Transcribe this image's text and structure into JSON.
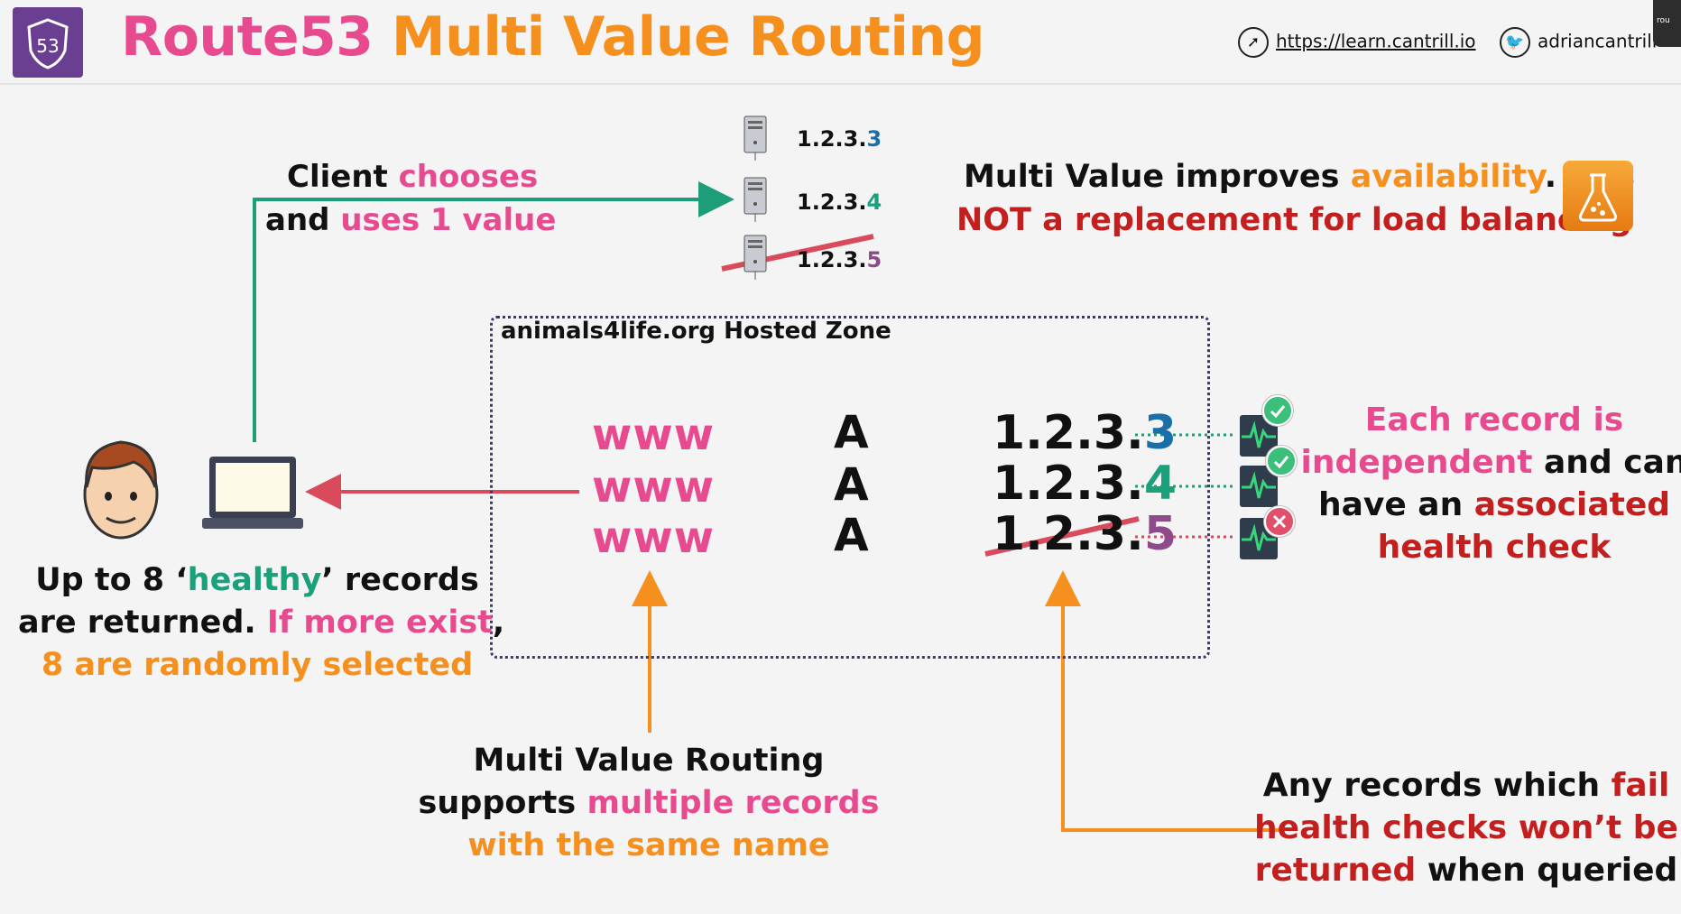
{
  "header": {
    "logo_text": "53",
    "title_part1": "Route53",
    "title_part2": "Multi Value Routing",
    "website_link": "https://learn.cantrill.io",
    "twitter_handle": "adriancantrill",
    "corner_tab_text": "rou"
  },
  "client": {
    "line1_a": "Client ",
    "line1_b": "chooses",
    "line2_a": "and ",
    "line2_b": "uses 1 value"
  },
  "servers": [
    {
      "ip_prefix": "1.2.3.",
      "ip_suffix": "3",
      "status": "healthy"
    },
    {
      "ip_prefix": "1.2.3.",
      "ip_suffix": "4",
      "status": "healthy"
    },
    {
      "ip_prefix": "1.2.3.",
      "ip_suffix": "5",
      "status": "unhealthy"
    }
  ],
  "note_top": {
    "l1_a": "Multi Value improves ",
    "l1_b": "availability",
    "l1_c": ". It is",
    "l2": "NOT a replacement for load balancing"
  },
  "zone": {
    "label": "animals4life.org Hosted Zone",
    "records": [
      {
        "name": "www",
        "type": "A",
        "ip_prefix": "1.2.3.",
        "ip_suffix": "3"
      },
      {
        "name": "www",
        "type": "A",
        "ip_prefix": "1.2.3.",
        "ip_suffix": "4"
      },
      {
        "name": "www",
        "type": "A",
        "ip_prefix": "1.2.3.",
        "ip_suffix": "5"
      }
    ]
  },
  "left_text": {
    "l1_a": "Up to 8 ‘",
    "l1_b": "healthy",
    "l1_c": "’ records",
    "l2_a": "are returned. ",
    "l2_b": "If more exist",
    "l2_c": ",",
    "l3": "8 are randomly selected"
  },
  "right_text": {
    "l1": "Each record is",
    "l2_a": "independent",
    "l2_b": " and can",
    "l3_a": "have an ",
    "l3_b": "associated",
    "l4": "health check"
  },
  "bottom_text": {
    "l1": "Multi Value Routing",
    "l2_a": "supports ",
    "l2_b": "multiple records",
    "l3": "with the same name"
  },
  "br_text": {
    "l1_a": "Any records which ",
    "l1_b": "fail",
    "l2": "health checks won’t be",
    "l3_a": "returned",
    "l3_b": " when queried"
  },
  "colors": {
    "pink": "#e84a8f",
    "orange": "#f5901e",
    "red": "#c41f1f",
    "green": "#1aa07a",
    "arrow_green": "#1e9e78",
    "arrow_red": "#d94a5a",
    "zone_border": "#3a3a6a",
    "logo_bg": "#6a3f91"
  },
  "icons": {
    "logo": "route53-shield-icon",
    "website": "compass-icon",
    "twitter": "twitter-bird-icon",
    "server": "server-icon",
    "user": "user-avatar-icon",
    "laptop": "laptop-icon",
    "flask": "flask-icon",
    "health_check": "health-check-pulse-icon",
    "healthy": "check-badge-icon",
    "unhealthy": "cross-badge-icon"
  }
}
